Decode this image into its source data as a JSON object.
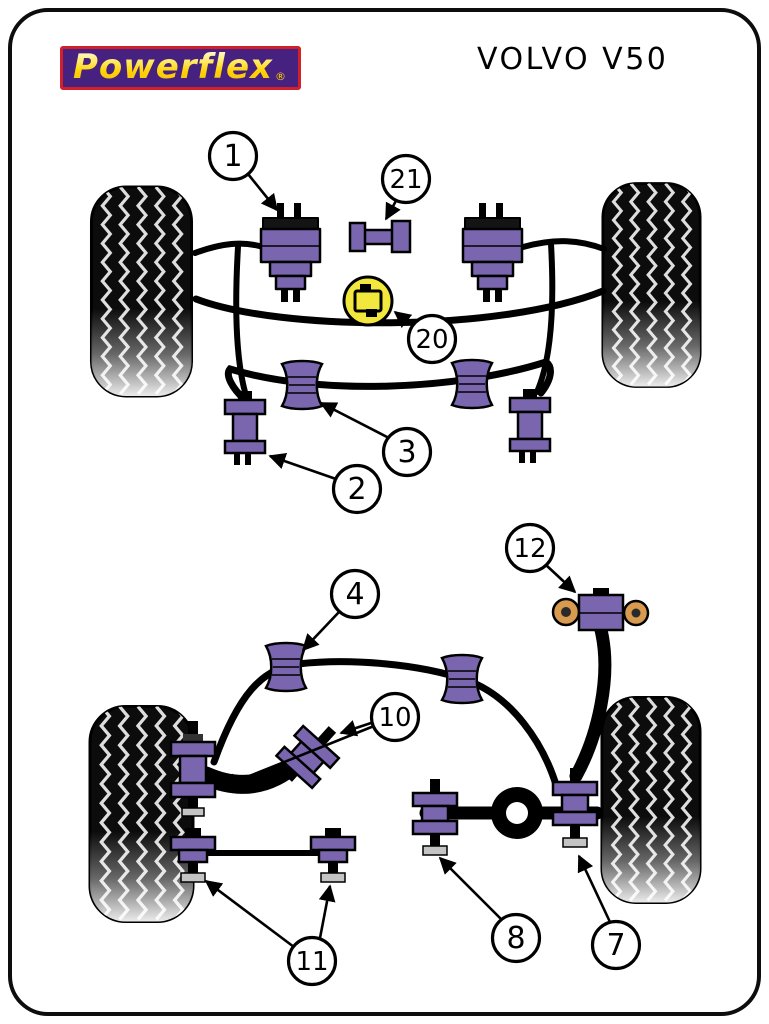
{
  "header": {
    "brand": "Powerflex",
    "registered_mark": "®",
    "vehicle": "VOLVO V50"
  },
  "diagram": {
    "callouts": {
      "c1": "1",
      "c2": "2",
      "c3": "3",
      "c4": "4",
      "c7": "7",
      "c8": "8",
      "c10": "10",
      "c11": "11",
      "c12": "12",
      "c20": "20",
      "c21": "21"
    }
  },
  "colors": {
    "bushing_purple": "#7a66ae",
    "logo_purple": "#46217f",
    "logo_border_red": "#d2202a",
    "logo_text_yellow": "#ffd200",
    "highlight_yellow": "#f2e73d",
    "eyelet_tan": "#d79a4f",
    "line_black": "#000000"
  }
}
